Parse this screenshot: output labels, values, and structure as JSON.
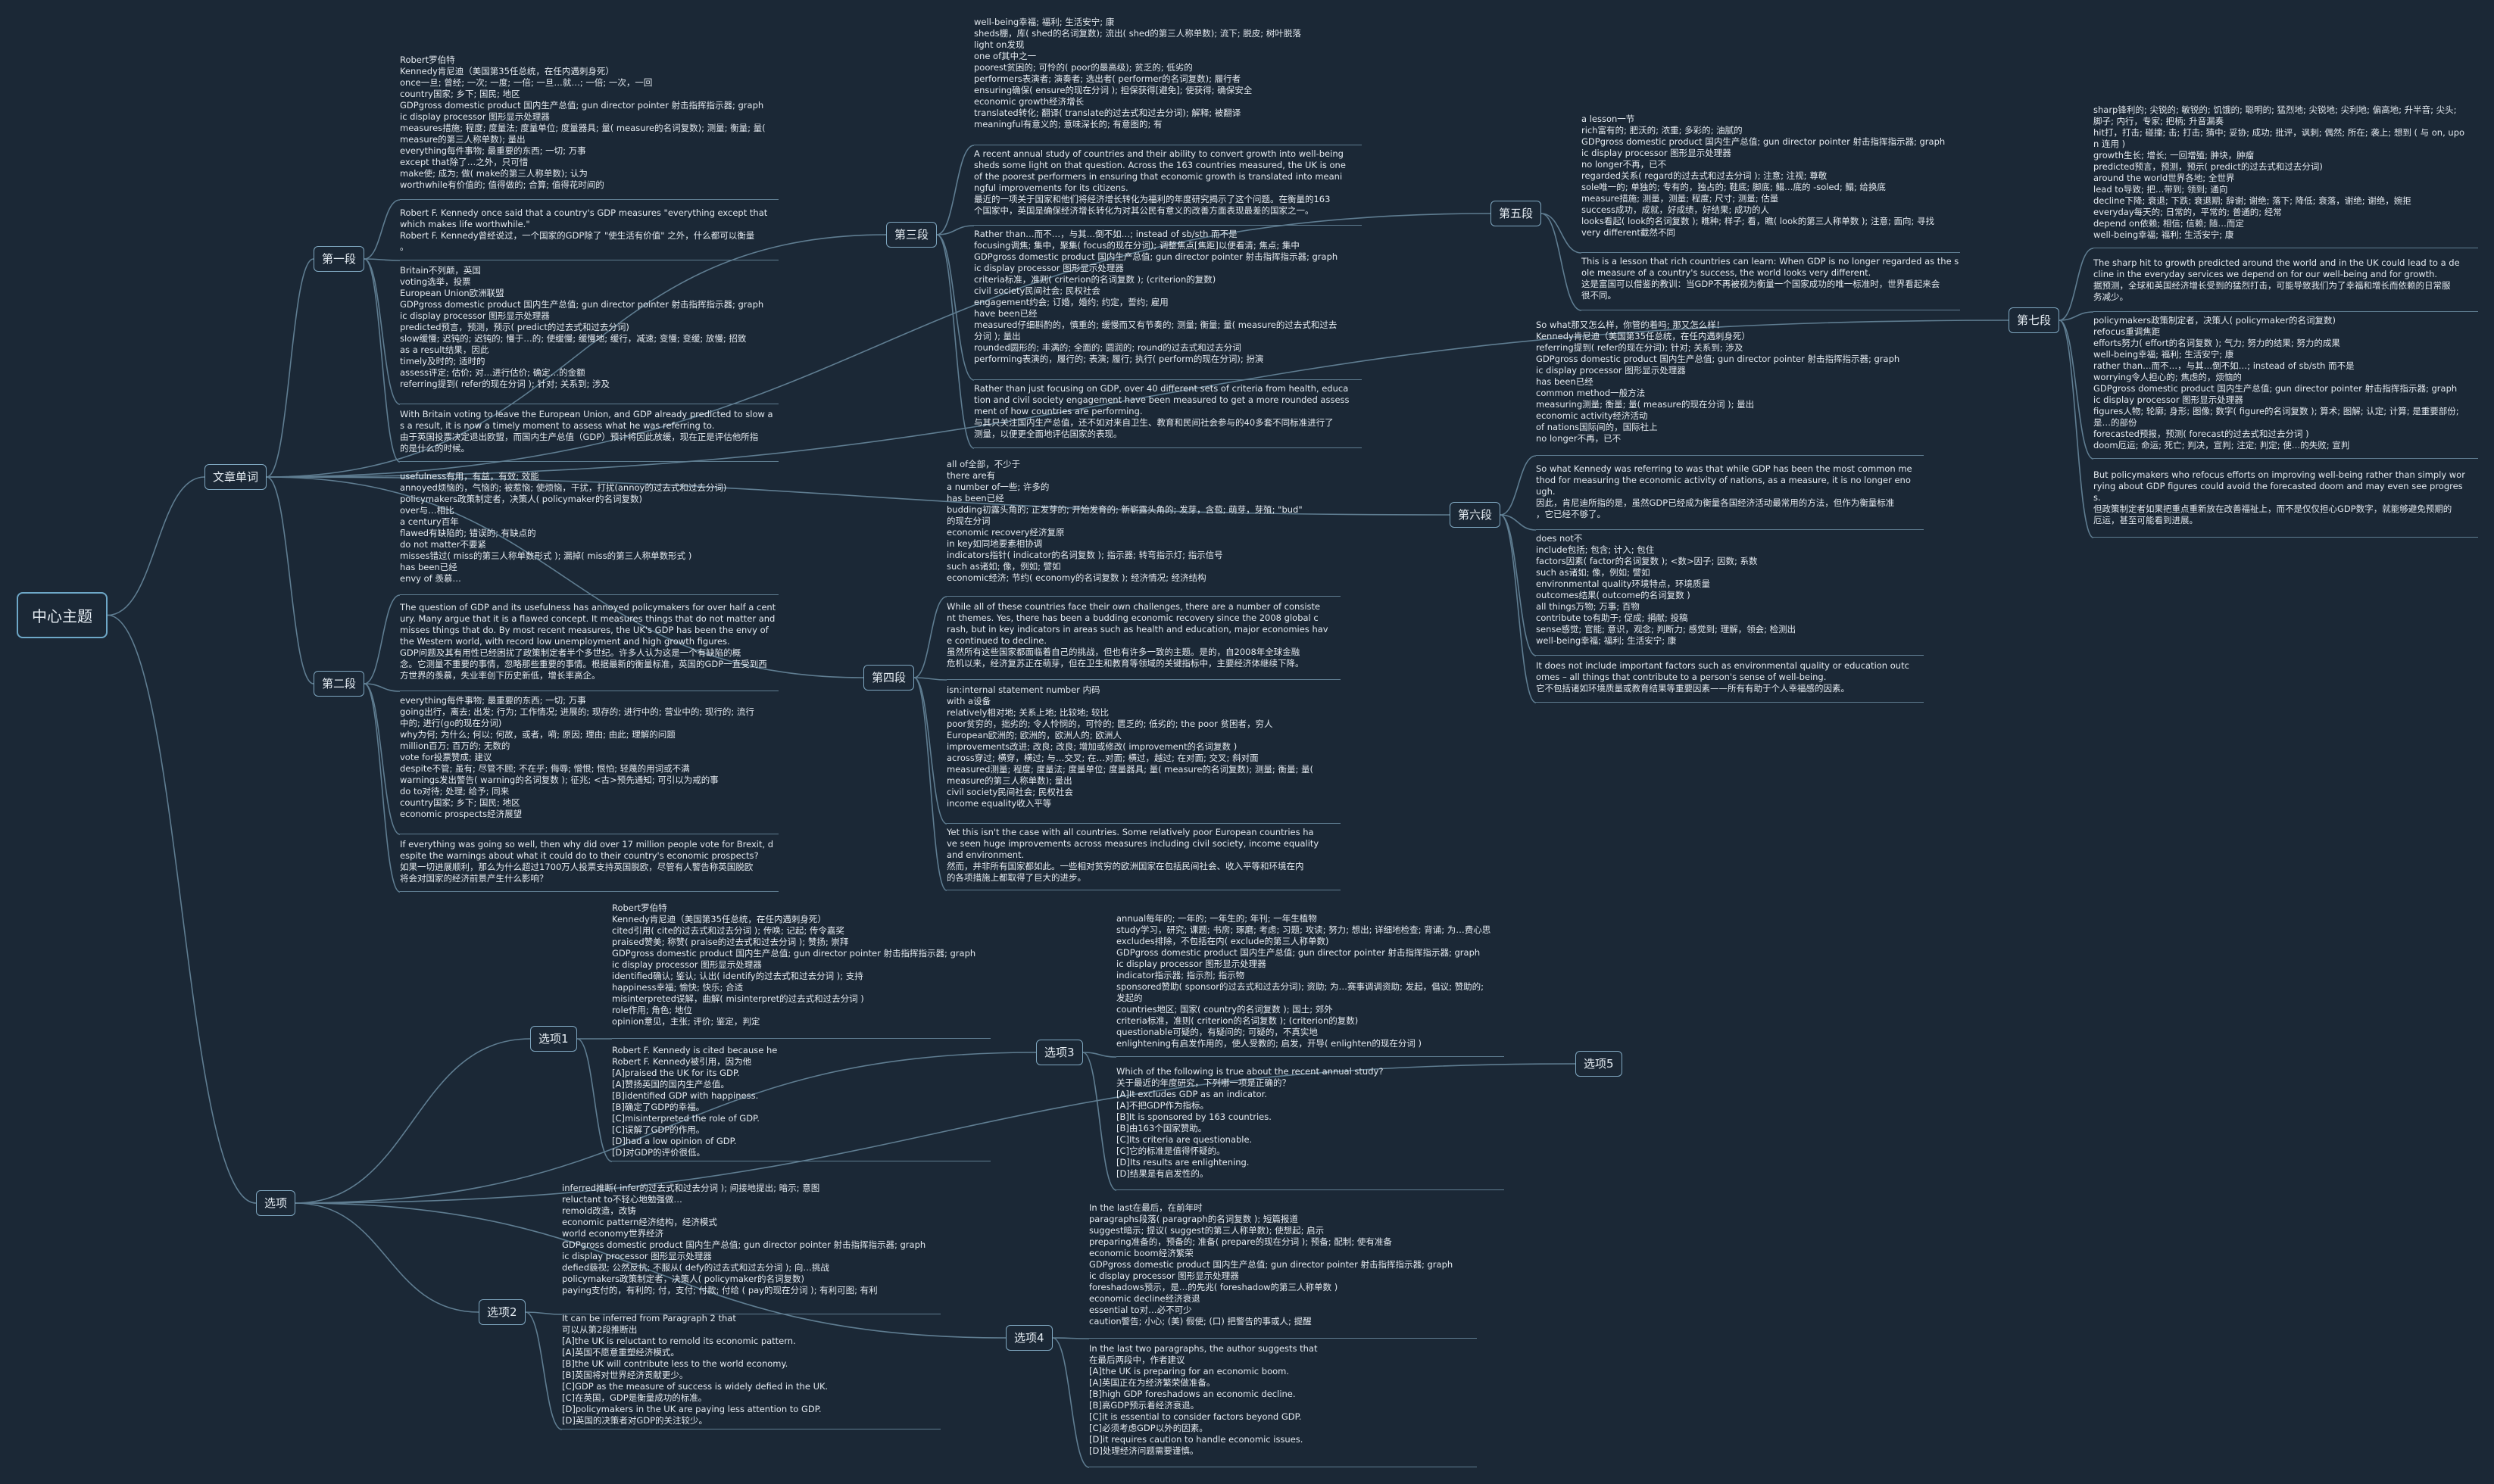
{
  "root": "中心主题",
  "branches": {
    "vocab": "文章单词",
    "options": "选项",
    "p1": "第一段",
    "p2": "第二段",
    "p3": "第三段",
    "p4": "第四段",
    "p5": "第五段",
    "p6": "第六段",
    "p7": "第七段",
    "o1": "选项1",
    "o2": "选项2",
    "o3": "选项3",
    "o4": "选项4",
    "o5": "选项5"
  },
  "leaves": {
    "p1_words": "Robert罗伯特\nKennedy肯尼迪（美国第35任总统，在任内遇刺身死）\nonce一旦; 曾经; 一次; 一度; 一倍; 一旦…就…; 一倍; 一次，一回\ncountry国家; 乡下; 国民; 地区\nGDPgross domestic product 国内生产总值; gun director pointer 射击指挥指示器; graph\nic display processor 图形显示处理器\nmeasures措施; 程度; 度量法; 度量单位; 度量器具; 量( measure的名词复数); 测量; 衡量; 量(\nmeasure的第三人称单数); 量出\neverything每件事物; 最重要的东西; 一切; 万事\nexcept that除了…之外，只可惜\nmake使; 成为; 做( make的第三人称单数); 认为\nworthwhile有价值的; 值得做的; 合算; 值得花时间的",
    "p1_en": "Robert F. Kennedy once said that a country's GDP measures  \"everything except that\nwhich makes life worthwhile.\"\nRobert F. Kennedy曾经说过，一个国家的GDP除了 \"使生活有价值\" 之外，什么都可以衡量\n。",
    "p2_words": "Britain不列颠，英国\nvoting选举，投票\nEuropean Union欧洲联盟\nGDPgross domestic product 国内生产总值; gun director pointer 射击指挥指示器; graph\nic display processor 图形显示处理器\npredicted预言，预测，预示( predict的过去式和过去分词)\nslow缓慢; 迟钝的; 迟钝的; 慢于…的; 使缓慢; 缓慢地; 缓行，减速; 变慢; 变缓; 放慢; 招致\nas a result结果，因此\ntimely及时的; 适时的\nassess评定; 估价; 对…进行估价; 确定…的金额\nreferring提到( refer的现在分词 ); 针对; 关系到; 涉及",
    "p2_en": "With Britain voting to leave the European Union, and GDP already predicted to slow a\ns a result, it is now a timely moment to assess what he was referring to.\n由于英国投票决定退出欧盟，而国内生产总值（GDP）预计将因此放缓，现在正是评估他所指\n的是什么的时候。",
    "p3_words": "usefulness有用，有益，有效; 效能\nannoyed烦恼的，气恼的; 被惹恼; 使烦恼，干扰，打扰(annoy的过去式和过去分词)\npolicymakers政策制定者，决策人( policymaker的名词复数)\nover与…相比\na century百年\nflawed有缺陷的; 错误的; 有缺点的\ndo not matter不要紧\nmisses错过( miss的第三人称单数形式 ); 漏掉( miss的第三人称单数形式 )\nhas been已经\nenvy of 羡慕…",
    "p3_en": "The question of GDP and its usefulness has annoyed policymakers for over half a cent\nury. Many argue that it is a flawed concept. It measures things that do not matter and\nmisses things that do. By most recent measures, the UK's GDP has been the envy of\nthe Western world, with record low unemployment and high growth figures.\nGDP问题及其有用性已经困扰了政策制定者半个多世纪。许多人认为这是一个有缺陷的概\n念。它测量不重要的事情，忽略那些重要的事情。根据最新的衡量标准，英国的GDP一直受到西\n方世界的羡慕，失业率创下历史新低，增长率高企。",
    "p4_words": "everything每件事物; 最重要的东西; 一切; 万事\ngoing出行，离去; 出发; 行为; 工作情况; 进展的; 现存的; 进行中的; 营业中的; 现行的; 流行\n中的; 进行(go的现在分词)\nwhy为何; 为什么; 何以; 何故，或者，嗬; 原因; 理由; 由此; 理解的问题\nmillion百万; 百万的; 无数的\nvote for投票赞成; 建议\ndespite不管; 虽有; 尽管不顾; 不在乎; 侮辱; 憎恨; 恨怕; 轻蔑的用词或不满\nwarnings发出警告( warning的名词复数 ); 征兆; <古>预先通知; 可引以为戒的事\ndo to对待; 处理; 给予; 同来\ncountry国家; 乡下; 国民; 地区\neconomic prospects经济展望",
    "p4_en": "If everything was going so well, then why did over 17 million people vote for Brexit, d\nespite the warnings about what it could do to their country's economic prospects?\n如果一切进展顺利，那么为什么超过1700万人投票支持英国脱欧，尽管有人警告称英国脱欧\n将会对国家的经济前景产生什么影响？",
    "p5_words": "well-being幸福; 福利; 生活安宁; 康\nsheds棚，库( shed的名词复数); 流出( shed的第三人称单数); 流下; 脱皮; 树叶脱落\nlight on发现\none of其中之一\npoorest贫困的; 可怜的( poor的最高级); 贫乏的; 低劣的\nperformers表演者; 演奏者; 选出者( performer的名词复数); 履行者\nensuring确保( ensure的现在分词 ); 担保获得[避免]; 使获得; 确保安全\neconomic growth经济增长\ntranslated转化; 翻译( translate的过去式和过去分词); 解释; 被翻译\nmeaningful有意义的; 意味深长的; 有意图的; 有",
    "p5_en": "A recent annual study of countries and their ability to convert growth into well-being\nsheds some light on that question. Across the 163 countries measured, the UK is one\nof the poorest performers in ensuring that economic growth is translated into meani\nngful improvements for its citizens.\n最近的一项关于国家和他们将经济增长转化为福利的年度研究揭示了这个问题。在衡量的163\n个国家中，英国是确保经济增长转化为对其公民有意义的改善方面表现最差的国家之一。",
    "p6_words": "Rather than…而不…，与其…倒不如…; instead of sb/sth 而不是\nfocusing调焦; 集中，聚集( focus的现在分词); 调整焦点[焦距]以便看清; 焦点; 集中\nGDPgross domestic product 国内生产总值; gun director pointer 射击指挥指示器; graph\nic display processor 图形显示处理器\ncriteria标准，准则( criterion的名词复数 ); (criterion的复数)\ncivil society民间社会; 民权社会\nengagement约会; 订婚，婚约; 约定，誓约; 雇用\nhave been已经\nmeasured仔细斟酌的，慎重的; 缓慢而又有节奏的; 测量; 衡量; 量( measure的过去式和过去\n分词 ); 量出\nrounded圆形的; 丰满的; 全面的; 圆润的; round的过去式和过去分词\nperforming表演的，履行的; 表演; 履行; 执行( perform的现在分词); 扮演",
    "p6_en": "Rather than just focusing on GDP, over 40 different sets of criteria from health, educa\ntion and civil society engagement have been measured to get a more rounded assess\nment of how countries are performing.\n与其只关注国内生产总值，还不如对来自卫生、教育和民间社会参与的40多套不同标准进行了\n测量，以便更全面地评估国家的表现。",
    "p7_words": "all of全部，不少于\nthere are有\na number of一些; 许多的\nhas been已经\nbudding初露头角的; 正发芽的; 开始发育的; 新崭露头角的; 发芽，含苞; 萌芽，芽殖; \"bud\"\n的现在分词\neconomic recovery经济复原\nin key如同地要素相协调\nindicators指针( indicator的名词复数 ); 指示器; 转弯指示灯; 指示信号\nsuch as诸如; 像，例如; 譬如\neconomic经济; 节约( economy的名词复数 ); 经济情况; 经济结构",
    "p7_en": "While all of these countries face their own challenges, there are a number of consiste\nnt themes. Yes, there has been a budding economic recovery since the 2008 global c\nrash, but in key indicators in areas such as health and education, major economies hav\ne continued to decline.\n虽然所有这些国家都面临着自己的挑战，但也有许多一致的主题。是的，自2008年全球金融\n危机以来，经济复苏正在萌芽，但在卫生和教育等领域的关键指标中，主要经济体继续下降。",
    "p8_words": "isn:internal statement number 内码\nwith a设备\nrelatively相对地; 关系上地; 比较地; 较比\npoor贫穷的，拙劣的; 令人怜悯的，可怜的; 匮乏的; 低劣的; the poor 贫困者，穷人\nEuropean欧洲的; 欧洲的，欧洲人的; 欧洲人\nimprovements改进; 改良; 改良; 增加或修改( improvement的名词复数 )\nacross穿过; 横穿，横过; 与…交叉; 在…对面; 横过，越过; 在对面; 交叉; 斜对面\nmeasured测量; 程度; 度量法; 度量单位; 度量器具; 量( measure的名词复数); 测量; 衡量; 量(\nmeasure的第三人称单数); 量出\ncivil society民间社会; 民权社会\nincome equality收入平等",
    "p8_en": "Yet this isn't the case with all countries. Some relatively poor European countries ha\nve seen huge improvements across measures including civil society, income equality\nand environment.\n然而，并非所有国家都如此。一些相对贫穷的欧洲国家在包括民间社会、收入平等和环境在内\n的各项措施上都取得了巨大的进步。",
    "p9_words": "a lesson一节\nrich富有的; 肥沃的; 浓重; 多彩的; 油腻的\nGDPgross domestic product 国内生产总值; gun director pointer 射击指挥指示器; graph\nic display processor 图形显示处理器\nno longer不再，已不\nregarded关系( regard的过去式和过去分词 ); 注意; 注视; 尊敬\nsole唯一的; 单独的; 专有的，独占的; 鞋底; 脚底; 鳎…底的 -soled; 鳎; 给换底\nmeasure措施; 测量，测量; 程度; 尺寸; 测量; 估量\nsuccess成功，成就，好成绩，好结果; 成功的人\nlooks看起( look的名词复数 ); 瞧种; 样子; 看，瞧( look的第三人称单数 ); 注意; 面向; 寻找\nvery different截然不同",
    "p9_en": "This is a lesson that rich countries can learn: When GDP is no longer regarded as the s\nole measure of a country's success, the world looks very different.\n这是富国可以借鉴的教训：当GDP不再被视为衡量一个国家成功的唯一标准时，世界看起来会\n很不同。",
    "p10_words": "So what那又怎么样，你管的着吗; 那又怎么样！\nKennedy肯尼迪（美国第35任总统，在任内遇刺身死）\nreferring提到( refer的现在分词); 针对; 关系到; 涉及\nGDPgross domestic product 国内生产总值; gun director pointer 射击指挥指示器; graph\nic display processor 图形显示处理器\nhas been已经\ncommon method一般方法\nmeasuring测量; 衡量; 量( measure的现在分词 ); 量出\neconomic activity经济活动\nof nations国际间的，国际社上\nno longer不再，已不",
    "p10_en": "So what Kennedy was referring to was that while GDP has been the most common me\nthod for measuring the economic activity of nations, as a measure, it is no longer eno\nugh.\n因此，肯尼迪所指的是，虽然GDP已经成为衡量各国经济活动最常用的方法，但作为衡量标准\n，它已经不够了。",
    "p11_words": "does not不\ninclude包括; 包含; 计入; 包住\nfactors因素( factor的名词复数 ); <数>因子; 因数; 系数\nsuch as诸如; 像，例如; 譬如\nenvironmental quality环境特点，环境质量\noutcomes结果( outcome的名词复数 )\nall things万物; 万事; 百物\ncontribute to有助于; 促成; 捐献; 投稿\nsense感觉; 官能; 意识，观念; 判断力; 感觉到; 理解，领会; 检测出\nwell-being幸福; 福利; 生活安宁; 康",
    "p11_en": "It does not include important factors such as environmental quality or education outc\nomes – all things that contribute to a person's sense of well-being.\n它不包括诸如环境质量或教育结果等重要因素——所有有助于个人幸福感的因素。",
    "p12_words": "sharp锋利的; 尖锐的; 敏锐的; 饥饿的; 聪明的; 猛烈地; 尖锐地; 尖利地; 偏高地; 升半音; 尖头;\n脚子; 内行，专家; 把柄; 升音漏奏\nhit打，打击; 碰撞; 击; 打击; 猜中; 妥协; 成功; 批评，讽刺; 偶然; 所在; 袭上; 想到 ( 与 on, upo\nn 连用 )\ngrowth生长; 增长; 一回增殖; 肿块，肿瘤\npredicted预言，预测，预示( predict的过去式和过去分词)\naround the world世界各地; 全世界\nlead to导致; 把…带到; 领到; 通向\ndecline下降; 衰退; 下跌; 衰退期; 辞谢; 谢绝; 落下; 降低; 衰落，谢绝; 谢绝，婉拒\neveryday每天的; 日常的，平常的; 普通的; 经常\ndepend on依赖; 相信; 信赖; 随…而定\nwell-being幸福; 福利; 生活安宁; 康",
    "p12_en": "The sharp hit to growth predicted around the world and in the UK could lead to a de\ncline in the everyday services we depend on for our well-being and for growth.\n据预测，全球和英国经济增长受到的猛烈打击，可能导致我们为了幸福和增长而依赖的日常服\n务减少。",
    "p13_words": "policymakers政策制定者，决策人( policymaker的名词复数)\nrefocus重调焦距\nefforts努力( effort的名词复数 ); 气力; 努力的结果; 努力的成果\nwell-being幸福; 福利; 生活安宁; 康\nrather than…而不…，与其…倒不如…; instead of sb/sth 而不是\nworrying令人担心的; 焦虑的，烦恼的\nGDPgross domestic product 国内生产总值; gun director pointer 射击指挥指示器; graph\nic display processor 图形显示处理器\nfigures人物; 轮廓; 身形; 图像; 数字( figure的名词复数 ); 算术; 图解; 认定; 计算; 是重要部份;\n是…的部份\nforecasted预报，预测( forecast的过去式和过去分词 )\ndoom厄运; 命运; 死亡; 判决，宣判; 注定; 判定; 使…的失败; 宣判",
    "p13_en": "But policymakers who refocus efforts on improving well-being rather than simply wor\nrying about GDP figures could avoid the forecasted doom and may even see progres\ns.\n但政策制定者如果把重点重新放在改善福祉上，而不是仅仅担心GDP数字，就能够避免预期的\n厄运，甚至可能看到进展。",
    "o1_words": "Robert罗伯特\nKennedy肯尼迪（美国第35任总统，在任内遇刺身死）\ncited引用( cite的过去式和过去分词 ); 传唤; 记起; 传令嘉奖\npraised赞美; 称赞( praise的过去式和过去分词 ); 赞扬; 崇拜\nGDPgross domestic product 国内生产总值; gun director pointer 射击指挥指示器; graph\nic display processor 图形显示处理器\nidentified确认; 鉴认; 认出( identify的过去式和过去分词 ); 支持\nhappiness幸福; 愉快; 快乐; 合适\nmisinterpreted误解，曲解( misinterpret的过去式和过去分词 )\nrole作用; 角色; 地位\nopinion意见，主张; 评价; 鉴定，判定",
    "o1_q": "Robert F. Kennedy is cited because he\nRobert F. Kennedy被引用，因为他\n[A]praised the UK for its GDP.\n[A]赞扬英国的国内生产总值。\n[B]identified GDP with happiness.\n[B]确定了GDP的幸福。\n[C]misinterpreted the role of GDP.\n[C]误解了GDP的作用。\n[D]had a low opinion of GDP.\n[D]对GDP的评价很低。",
    "o2_words": "inferred推断( infer的过去式和过去分词 ); 间接地提出; 暗示; 意图\nreluctant to不轻心地勉强做…\nremold改造，改铸\neconomic pattern经济结构，经济模式\nworld economy世界经济\nGDPgross domestic product 国内生产总值; gun director pointer 射击指挥指示器; graph\nic display processor 图形显示处理器\ndefied藐视; 公然反抗; 不服从( defy的过去式和过去分词 ); 向…挑战\npolicymakers政策制定者，决策人( policymaker的名词复数)\npaying支付的，有利的; 付，支付; 付款; 付给 ( pay的现在分词 ); 有利可图; 有利",
    "o2_q": "It can be inferred from Paragraph 2 that\n可以从第2段推断出\n[A]the UK is reluctant to remold its economic pattern.\n[A]英国不愿意重塑经济模式。\n[B]the UK will contribute less to the world economy.\n[B]英国将对世界经济贡献更少。\n[C]GDP as the measure of success is widely defied in the UK.\n[C]在英国，GDP是衡量成功的标准。\n[D]policymakers in the UK are paying less attention to GDP.\n[D]英国的决策者对GDP的关注较少。",
    "o3_words": "annual每年的; 一年的; 一年生的; 年刊; 一年生植物\nstudy学习，研究; 课题; 书房; 琢磨; 考虑; 习题; 攻读; 努力; 想出; 详细地检查; 背诵; 为…费心思\nexcludes排除，不包括在内( exclude的第三人称单数)\nGDPgross domestic product 国内生产总值; gun director pointer 射击指挥指示器; graph\nic display processor 图形显示处理器\nindicator指示器; 指示剂; 指示物\nsponsored赞助( sponsor的过去式和过去分词); 资助; 为…赛事调调资助; 发起，倡议; 赞助的;\n发起的\ncountries地区; 国家( country的名词复数 ); 国土; 郊外\ncriteria标准，准则( criterion的名词复数 ); (criterion的复数)\nquestionable可疑的，有疑问的; 可疑的，不真实地\nenlightening有启发作用的，使人受教的; 启发，开导( enlighten的现在分词 )",
    "o3_q": "Which of the following is true about the recent annual study?\n关于最近的年度研究，下列哪一项是正确的？\n[A]It excludes GDP as an indicator.\n[A]不把GDP作为指标。\n[B]It is sponsored by 163 countries.\n[B]由163个国家赞助。\n[C]Its criteria are questionable.\n[C]它的标准是值得怀疑的。\n[D]Its results are enlightening.\n[D]结果是有启发性的。",
    "o4_words": "In the last在最后，在前年时\nparagraphs段落( paragraph的名词复数 ); 短篇报道\nsuggest暗示; 提议( suggest的第三人称单数); 使想起; 启示\npreparing准备的，预备的; 准备( prepare的现在分词 ); 预备; 配制; 使有准备\neconomic boom经济繁荣\nGDPgross domestic product 国内生产总值; gun director pointer 射击指挥指示器; graph\nic display processor 图形显示处理器\nforeshadows预示，是…的先兆( foreshadow的第三人称单数 )\neconomic decline经济衰退\nessential to对…必不可少\ncaution警告; 小心; (美) 假使; (口) 把警告的事或人; 提醒",
    "o4_q": "In the last two paragraphs, the author suggests that\n在最后两段中，作者建议\n[A]the UK is preparing for an economic boom.\n[A]英国正在为经济繁荣做准备。\n[B]high GDP foreshadows an economic decline.\n[B]高GDP预示着经济衰退。\n[C]it is essential to consider factors beyond GDP.\n[C]必须考虑GDP以外的因素。\n[D]it requires caution to handle economic issues.\n[D]处理经济问题需要谨慎。"
  }
}
